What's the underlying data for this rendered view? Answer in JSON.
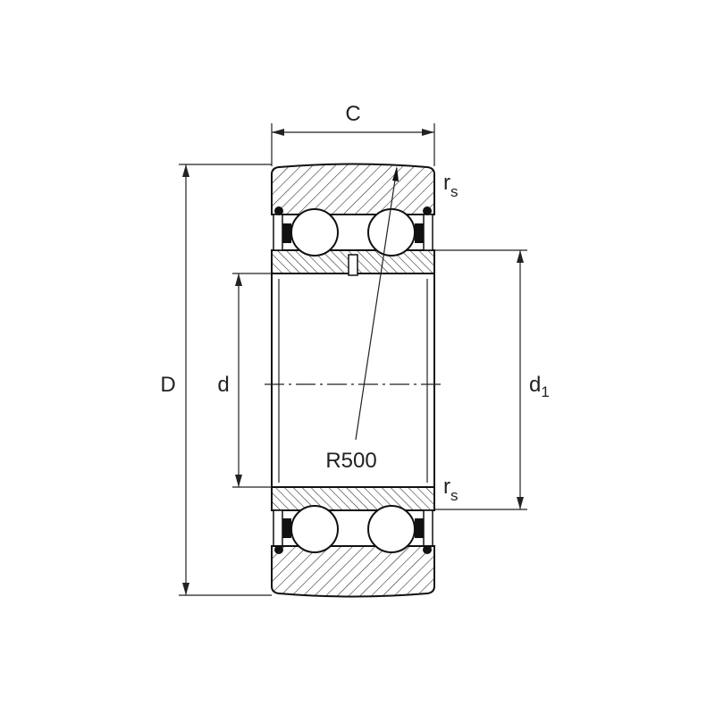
{
  "diagram": {
    "labels": {
      "width": "C",
      "outer_diameter": "D",
      "bore_diameter": "d",
      "inner_ring_diameter_main": "d",
      "inner_ring_diameter_sub": "1",
      "chamfer_top_main": "r",
      "chamfer_top_sub": "s",
      "chamfer_bottom_main": "r",
      "chamfer_bottom_sub": "s",
      "radius": "R500"
    }
  }
}
